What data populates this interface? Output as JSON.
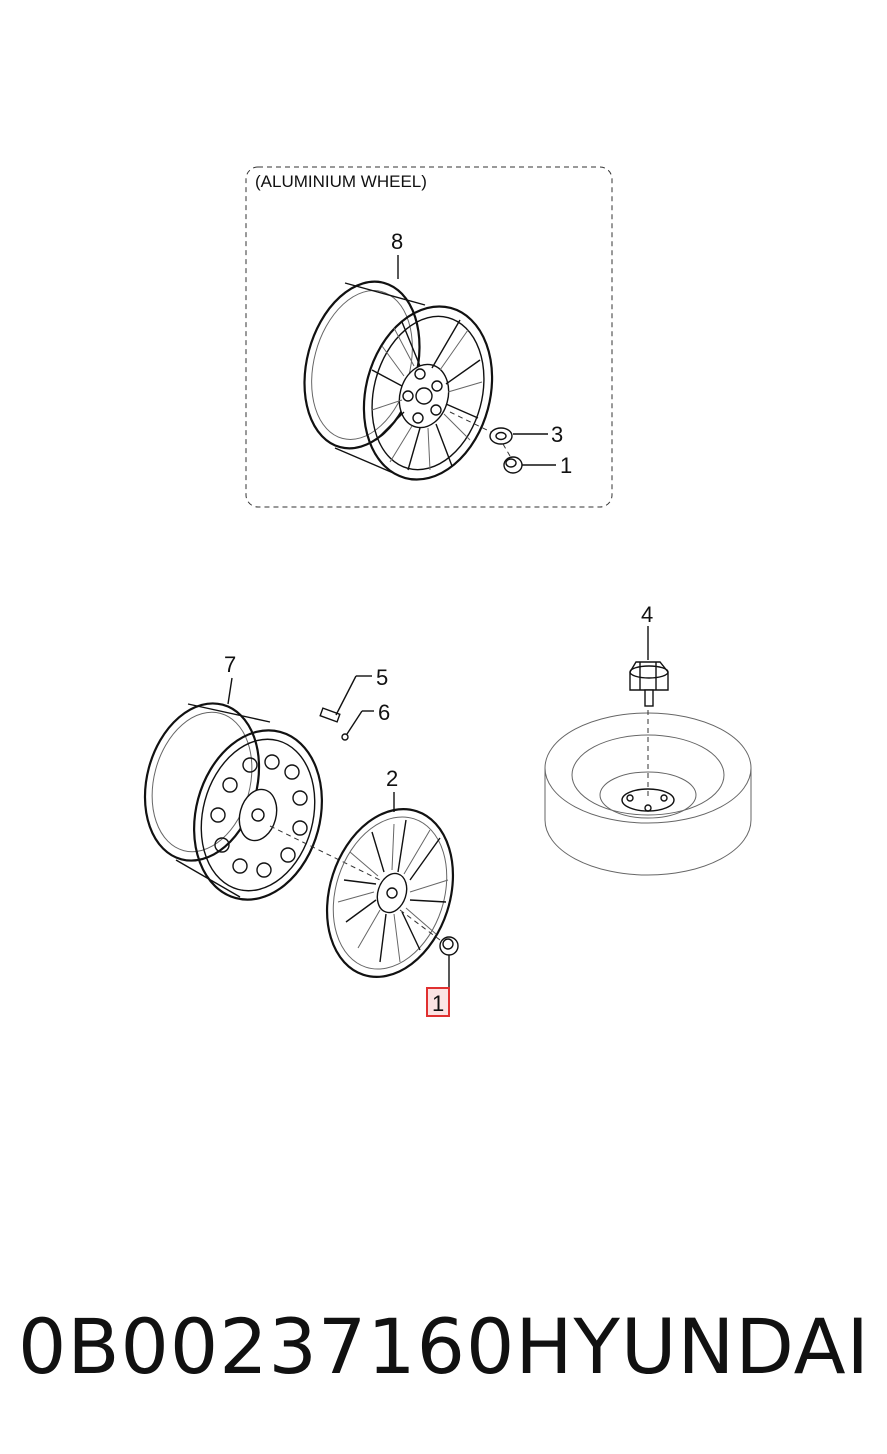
{
  "diagram": {
    "group_label": "(ALUMINIUM WHEEL)",
    "callouts": {
      "c8": "8",
      "c3": "3",
      "c1_top": "1",
      "c7": "7",
      "c5": "5",
      "c6": "6",
      "c2": "2",
      "c4": "4",
      "c1_highlight": "1"
    },
    "highlight_color": "#e03030"
  },
  "footer": {
    "part_number": "0B00237160",
    "brand": "HYUNDAI"
  }
}
